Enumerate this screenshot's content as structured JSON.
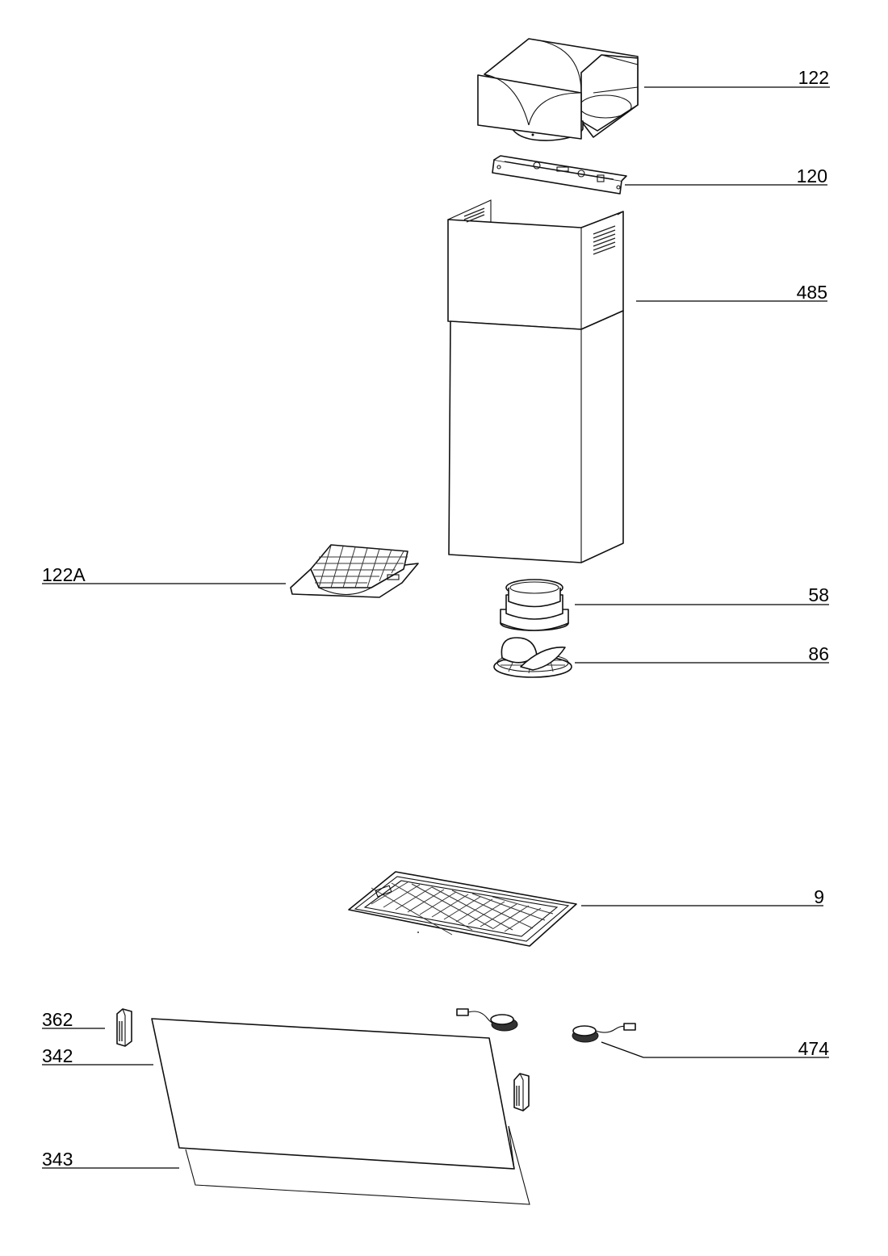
{
  "parts": [
    {
      "id": "p122",
      "label": "122"
    },
    {
      "id": "p120",
      "label": "120"
    },
    {
      "id": "p485",
      "label": "485"
    },
    {
      "id": "p122A",
      "label": "122A"
    },
    {
      "id": "p58",
      "label": "58"
    },
    {
      "id": "p86",
      "label": "86"
    },
    {
      "id": "p9",
      "label": "9"
    },
    {
      "id": "p362",
      "label": "362"
    },
    {
      "id": "p342",
      "label": "342"
    },
    {
      "id": "p474",
      "label": "474"
    },
    {
      "id": "p343",
      "label": "343"
    }
  ]
}
